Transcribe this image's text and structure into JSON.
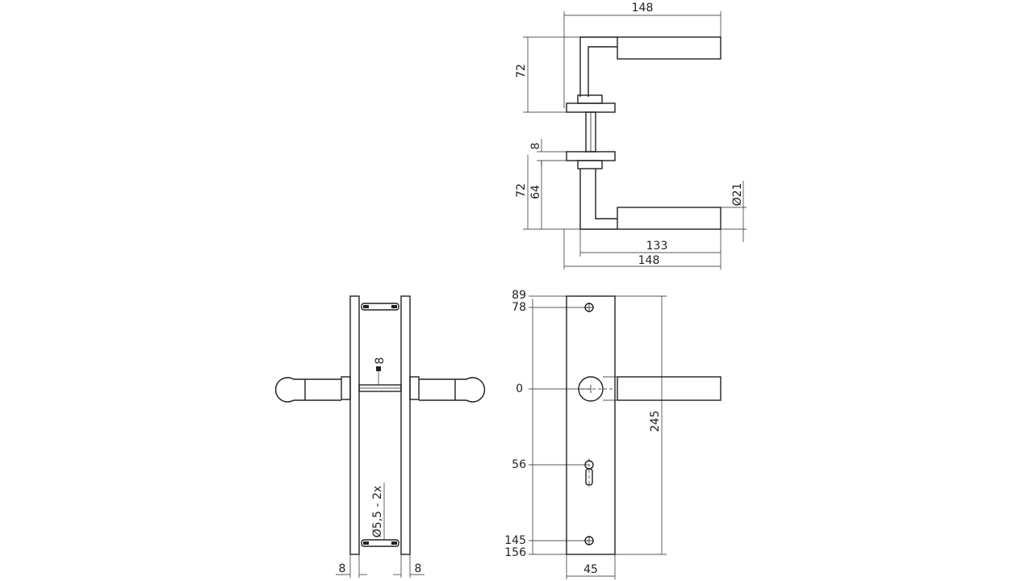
{
  "top_view": {
    "overall_width_top": "148",
    "lever_height_top": "72",
    "rose_thickness": "8",
    "lever_height_bottom": "72",
    "lever_inner_height": "64",
    "grip_diameter": "Ø21",
    "projection": "133",
    "overall_width_bottom": "148"
  },
  "side_view": {
    "spindle_square": "8",
    "screw_holes": "Ø5,5 - 2x",
    "plate_thickness_left": "8",
    "plate_thickness_right": "8"
  },
  "front_view": {
    "screw_top_outer": "89",
    "screw_top": "78",
    "spindle_origin": "0",
    "keyhole": "56",
    "screw_bottom": "145",
    "screw_bottom_outer": "156",
    "plate_height": "245",
    "plate_width": "45"
  }
}
